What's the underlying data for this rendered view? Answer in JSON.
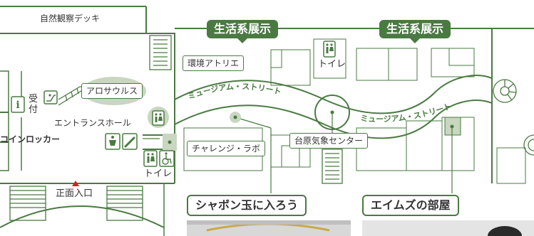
{
  "labels": {
    "observation_deck": "自然観察デッキ",
    "living_system_1": "生活系展示",
    "living_system_2": "生活系展示",
    "kankyo_atelier": "環境アトリエ",
    "toilet_top": "トイレ",
    "toilet_left": "トイレ",
    "museum_street_1": "ミュージアム・ストリート",
    "museum_street_2": "ミュージアム・ストリート",
    "reception": "受付",
    "arosaurus": "アロサウルス",
    "entrance_hall": "エントランスホール",
    "coin_locker": "コインロッカー",
    "challenge_lab": "チャレンジ・ラボ",
    "weather_center": "台原気象センター",
    "main_entrance": "正面入口",
    "bubbles": "シャボン玉に入ろう",
    "aims_room": "エイムズの部屋"
  },
  "colors": {
    "wall": "#4a7a42",
    "accent_green": "#4a7a42",
    "highlight": "#c9d6c0",
    "marker_red": "#d62020"
  },
  "icons": {
    "info": "info-icon",
    "escalator": "escalator-icon",
    "toilet": "toilet-icon",
    "wheelchair": "wheelchair-icon",
    "baby": "baby-changing-icon",
    "nursing": "baby-bottle-icon",
    "spiral_stairs": "spiral-stairs-icon"
  }
}
